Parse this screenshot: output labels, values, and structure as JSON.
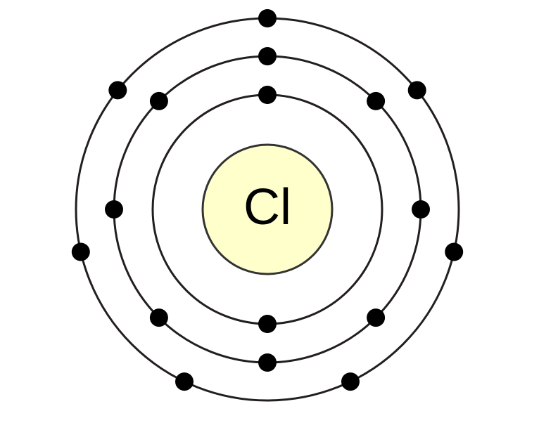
{
  "atom": {
    "symbol": "Cl",
    "electrons_per_shell": [
      2,
      8,
      7
    ]
  },
  "colors": {
    "nucleus_fill": "#FFFFCC",
    "nucleus_stroke": "#333333",
    "shell_stroke": "#231F20",
    "electron_fill": "#000000",
    "background": "#FFFFFF"
  }
}
